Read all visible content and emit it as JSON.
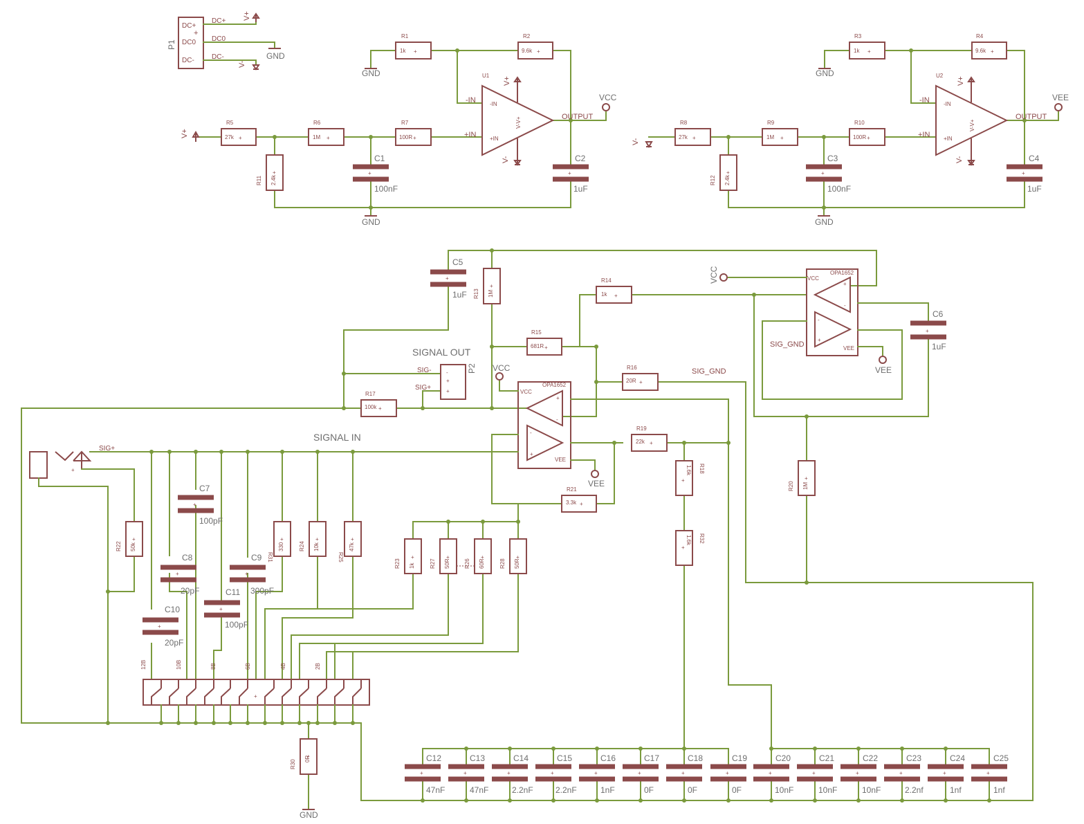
{
  "colors": {
    "wire": "#7a9a3c",
    "part": "#8b4a4a",
    "text": "#6e6e6e",
    "background": "#ffffff"
  },
  "labels": {
    "signal_out": "SIGNAL OUT",
    "signal_in": "SIGNAL IN",
    "sig_plus": "SIG+",
    "sig_minus": "SIG-",
    "sig_gnd": "SIG_GND",
    "p1": "P1",
    "p2": "P2",
    "dc_plus": "DC+",
    "dc_zero": "DC0",
    "dc_minus": "DC-",
    "gnd": "GND",
    "vcc": "VCC",
    "vee": "VEE",
    "v_plus": "V+",
    "v_minus": "V-",
    "plus": "+",
    "minus": "-",
    "in_minus": "-IN",
    "in_plus": "+IN",
    "output": "OUTPUT",
    "u1": "U1",
    "u2": "U2",
    "opa": "OPA1652",
    "vminus_vplus": "V-V+",
    "v_plus_short": "V-",
    "vcc_pin": "VCC",
    "vee_pin": "VEE"
  },
  "resistors": {
    "R1": {
      "name": "R1",
      "value": "1k"
    },
    "R2": {
      "name": "R2",
      "value": "9.6k"
    },
    "R3": {
      "name": "R3",
      "value": "1k"
    },
    "R4": {
      "name": "R4",
      "value": "9.6k"
    },
    "R5": {
      "name": "R5",
      "value": "27k"
    },
    "R6": {
      "name": "R6",
      "value": "1M"
    },
    "R7": {
      "name": "R7",
      "value": "100R"
    },
    "R8": {
      "name": "R8",
      "value": "27k"
    },
    "R9": {
      "name": "R9",
      "value": "1M"
    },
    "R10": {
      "name": "R10",
      "value": "100R"
    },
    "R11": {
      "name": "R11",
      "value": "2.4k"
    },
    "R12": {
      "name": "R12",
      "value": "2.4k"
    },
    "R13": {
      "name": "R13",
      "value": "1M"
    },
    "R14": {
      "name": "R14",
      "value": "1k"
    },
    "R15": {
      "name": "R15",
      "value": "681R"
    },
    "R16": {
      "name": "R16",
      "value": "20R"
    },
    "R17": {
      "name": "R17",
      "value": "100k"
    },
    "R18": {
      "name": "R18",
      "value": "1.6k"
    },
    "R19": {
      "name": "R19",
      "value": "22k"
    },
    "R20": {
      "name": "R20",
      "value": "1M"
    },
    "R21": {
      "name": "R21",
      "value": "3.3k"
    },
    "R22": {
      "name": "R22",
      "value": "50k"
    },
    "R23": {
      "name": "R23",
      "value": "1k"
    },
    "R24": {
      "name": "R24",
      "value": "10k"
    },
    "R25": {
      "name": "R25",
      "value": "47k"
    },
    "R26": {
      "name": "R26",
      "value": "60R"
    },
    "R27": {
      "name": "R27",
      "value": "50R"
    },
    "R28": {
      "name": "R28",
      "value": "50R"
    },
    "R30": {
      "name": "R30",
      "value": "0R"
    },
    "R31": {
      "name": "R31",
      "value": "330"
    },
    "R32": {
      "name": "R32",
      "value": "1.6k"
    }
  },
  "capacitors": {
    "C1": {
      "name": "C1",
      "value": "100nF"
    },
    "C2": {
      "name": "C2",
      "value": "1uF"
    },
    "C3": {
      "name": "C3",
      "value": "100nF"
    },
    "C4": {
      "name": "C4",
      "value": "1uF"
    },
    "C5": {
      "name": "C5",
      "value": "1uF"
    },
    "C6": {
      "name": "C6",
      "value": "1uF"
    },
    "C7": {
      "name": "C7",
      "value": "100pF"
    },
    "C8": {
      "name": "C8",
      "value": "20pF"
    },
    "C9": {
      "name": "C9",
      "value": "300pF"
    },
    "C10": {
      "name": "C10",
      "value": "20pF"
    },
    "C11": {
      "name": "C11",
      "value": "100pF"
    },
    "C12": {
      "name": "C12",
      "value": "47nF"
    },
    "C13": {
      "name": "C13",
      "value": "47nF"
    },
    "C14": {
      "name": "C14",
      "value": "2.2nF"
    },
    "C15": {
      "name": "C15",
      "value": "2.2nF"
    },
    "C16": {
      "name": "C16",
      "value": "1nF"
    },
    "C17": {
      "name": "C17",
      "value": "0F"
    },
    "C18": {
      "name": "C18",
      "value": "0F"
    },
    "C19": {
      "name": "C19",
      "value": "0F"
    },
    "C20": {
      "name": "C20",
      "value": "10nF"
    },
    "C21": {
      "name": "C21",
      "value": "10nF"
    },
    "C22": {
      "name": "C22",
      "value": "10nF"
    },
    "C23": {
      "name": "C23",
      "value": "2.2nf"
    },
    "C24": {
      "name": "C24",
      "value": "1nf"
    },
    "C25": {
      "name": "C25",
      "value": "1nf"
    }
  },
  "switch_labels": [
    "12B",
    "10B",
    "8B",
    "6B",
    "4B",
    "2B"
  ]
}
